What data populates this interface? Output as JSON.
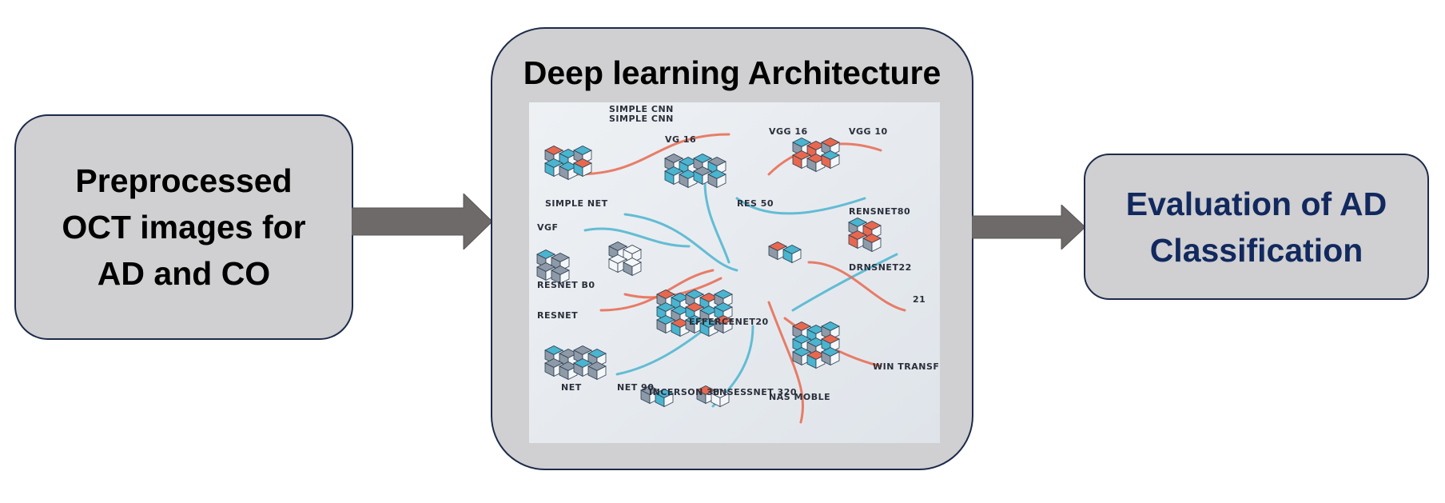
{
  "input": {
    "label": "Preprocessed\nOCT images for\nAD and CO"
  },
  "architecture": {
    "title": "Deep learning Architecture",
    "illustration_labels": [
      "SIMPLE CNN",
      "SIMPLE CNN",
      "VGG 16",
      "VGG 10",
      "VG 16",
      "SIMPLE NET",
      "RES 50",
      "VGF",
      "RENSNET80",
      "RESNET B0",
      "DRNSNET22",
      "RESNET",
      "EFFERCENET20",
      "NET",
      "NET 90",
      "INCERSON 30",
      "ENSESSNET 320",
      "NAS MOBLE",
      "WIN TRANSFORME",
      "21"
    ]
  },
  "output": {
    "label": "Evaluation of AD\nClassification"
  },
  "colors": {
    "box_fill": "#d0cfd1",
    "box_border": "#1c2b4a",
    "arrow": "#6f6a6a",
    "output_text": "#11295e",
    "cube_blue": "#4bb4cf",
    "cube_red": "#e8684f",
    "cube_gray": "#8e9aa8"
  }
}
